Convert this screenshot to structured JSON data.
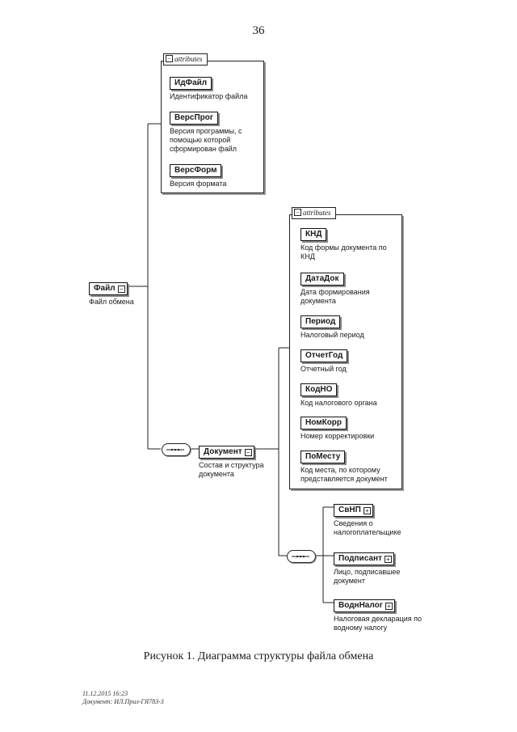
{
  "page_number": "36",
  "file_attributes": {
    "tab_label": "attributes",
    "items": [
      {
        "name": "ИдФайл",
        "desc": [
          "Идентификатор файла"
        ]
      },
      {
        "name": "ВерсПрог",
        "desc": [
          "Версия программы, с",
          "помощью которой",
          "сформирован файл"
        ]
      },
      {
        "name": "ВерсФорм",
        "desc": [
          "Версия формата"
        ]
      }
    ]
  },
  "root": {
    "name": "Файл",
    "desc": "Файл обмена"
  },
  "document": {
    "name": "Документ",
    "desc": [
      "Состав и структура",
      "документа"
    ]
  },
  "document_attributes": {
    "tab_label": "attributes",
    "items": [
      {
        "name": "КНД",
        "desc": [
          "Код формы документа по",
          "КНД"
        ]
      },
      {
        "name": "ДатаДок",
        "desc": [
          "Дата формирования",
          "документа"
        ]
      },
      {
        "name": "Период",
        "desc": [
          "Налоговый период"
        ]
      },
      {
        "name": "ОтчетГод",
        "desc": [
          "Отчетный год"
        ]
      },
      {
        "name": "КодНО",
        "desc": [
          "Код налогового органа"
        ]
      },
      {
        "name": "НомКорр",
        "desc": [
          "Номер корректировки"
        ]
      },
      {
        "name": "ПоМесту",
        "desc": [
          "Код места, по которому",
          "представляется документ"
        ]
      }
    ]
  },
  "children": [
    {
      "name": "СвНП",
      "desc": [
        "Сведения о",
        "налогоплательщике"
      ]
    },
    {
      "name": "Подписант",
      "desc": [
        "Лицо, подписавшее",
        "документ"
      ]
    },
    {
      "name": "ВоднНалог",
      "desc": [
        "Налоговая декларация по",
        "водному налогу"
      ]
    }
  ],
  "figure_caption": "Рисунок 1. Диаграмма структуры файла обмена",
  "footer": [
    "11.12.2015 16:23",
    "Документ: ИЛ.Прил-ГЯ783-3"
  ]
}
